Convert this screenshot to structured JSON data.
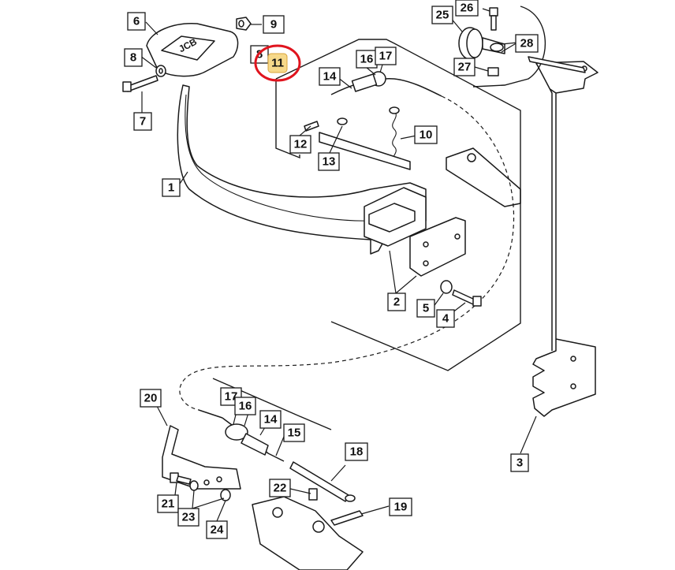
{
  "diagram": {
    "highlight": {
      "label": "11",
      "circle_color": "#e0141e",
      "fill_color": "#f6d98a"
    },
    "callouts": {
      "c1": "1",
      "c2": "2",
      "c3": "3",
      "c4": "4",
      "c5": "5",
      "c6": "6",
      "c7": "7",
      "c8a": "8",
      "c8b": "8",
      "c9": "9",
      "c10": "10",
      "c12": "12",
      "c13": "13",
      "c14a": "14",
      "c14b": "14",
      "c15": "15",
      "c16a": "16",
      "c16b": "16",
      "c17a": "17",
      "c17b": "17",
      "c18": "18",
      "c19": "19",
      "c20": "20",
      "c21": "21",
      "c22": "22",
      "c23": "23",
      "c24": "24",
      "c25": "25",
      "c26": "26",
      "c27": "27",
      "c28": "28"
    },
    "pedal_logo": "JCB"
  }
}
